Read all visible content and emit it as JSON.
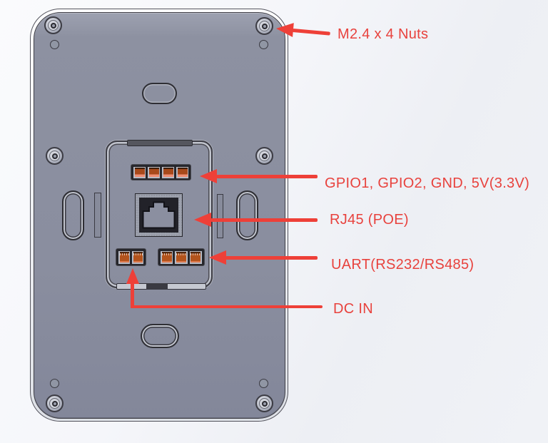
{
  "diagram": {
    "description": "Back panel of wall-mount device with connector callouts",
    "annotations": {
      "nuts": "M2.4 x 4 Nuts",
      "gpio": "GPIO1, GPIO2, GND, 5V(3.3V)",
      "rj45": "RJ45 (POE)",
      "uart": "UART(RS232/RS485)",
      "dcin": "DC IN"
    },
    "colors": {
      "annotation_red": "#ee4038",
      "device_gray": "#8b8fa0",
      "terminal_orange": "#a8491b",
      "terminal_salmon": "#ef8f74",
      "background": "#f2f3f7"
    }
  }
}
